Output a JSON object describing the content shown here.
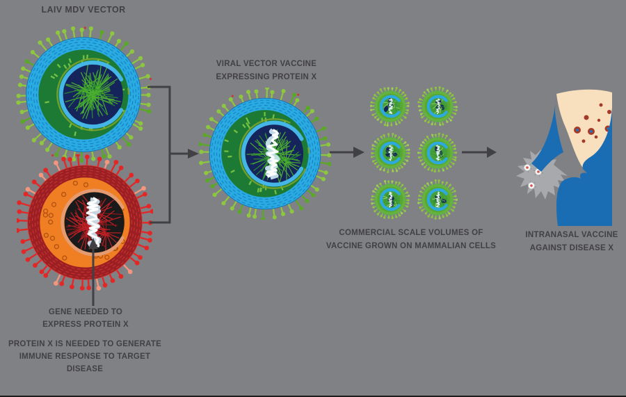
{
  "labels": {
    "laiv_vector": "LAIV MDV VECTOR",
    "viral_vector_line1": "VIRAL VECTOR VACCINE",
    "viral_vector_line2": "EXPRESSING PROTEIN X",
    "commercial_line1": "COMMERCIAL SCALE VOLUMES OF",
    "commercial_line2": "VACCINE GROWN ON MAMMALIAN CELLS",
    "intranasal_line1": "INTRANASAL VACCINE",
    "intranasal_line2": "AGAINST DISEASE X",
    "gene_line1": "GENE NEEDED TO",
    "gene_line2": "EXPRESS PROTEIN X",
    "protein_line1": "PROTEIN X IS NEEDED TO GENERATE",
    "protein_line2": "IMMUNE RESPONSE TO TARGET DISEASE"
  },
  "icons": {
    "laiv_mdv_vector_virus": "large green-blue enveloped virion",
    "disease_virus": "large red enveloped virion containing protein X gene",
    "viral_vector_vaccine_virus": "green-blue virion carrying pale-blue protein X gene",
    "vaccine_virion_small": "small vaccine virion (shown six times)",
    "intranasal_delivery": "nose profile receiving vaccine spray",
    "merge_arrow": "bracket arrow combining two virions into one",
    "flow_arrow": "right-pointing process arrow",
    "gene_pointer_arrow": "up-pointing arrow to gene"
  },
  "colors": {
    "background": "#808184",
    "text": "#414045",
    "arrow": "#414045",
    "virus_green_spike": "#8dc63f",
    "virus_green_spike_alt": "#5ba829",
    "virus_mesh_blue": "#29abe2",
    "virus_mesh_blue_dark": "#1470b8",
    "virus_matrix_green": "#1d7a34",
    "virus_matrix_stud": "#74c043",
    "virus_core_navy": "#16245c",
    "virus_c_ring_blue": "#45b5e8",
    "virus_rim_olive": "#7ba32f",
    "virus_feather_green": "#4caf30",
    "virus_feather_green_dark": "#2f8f2f",
    "virus_red_spike": "#e32726",
    "virus_red_spike_alt": "#f4957d",
    "virus_red_mesh": "#9c1f24",
    "virus_red_mesh_light": "#d43c35",
    "virus_orange_ring": "#ef7f22",
    "virus_orange_stud": "#b35211",
    "virus_core_black": "#1a1a1a",
    "virus_c_ring_salmon": "#e59b72",
    "virus_feather_red": "#c42127",
    "virus_feather_red_dark": "#8e1a1c",
    "gene_blue": "#cfe9f5",
    "gene_white": "#ffffff",
    "mini_body_green": "#6db53a",
    "mini_body_teal": "#2e9377",
    "mini_core_green": "#47a139",
    "mini_c_ring": "#2ea9dc",
    "nose_face_blue": "#1a6cb3",
    "nose_sinus_beige": "#f8dfbe",
    "nose_dot_red": "#a63a28",
    "nose_dot_blue": "#2d6fb0",
    "spray_gray": "#a7a9ac",
    "spray_particle": "#f2f3f3",
    "particle_center": "#d05448",
    "particle_spoke": "#8f9194"
  }
}
